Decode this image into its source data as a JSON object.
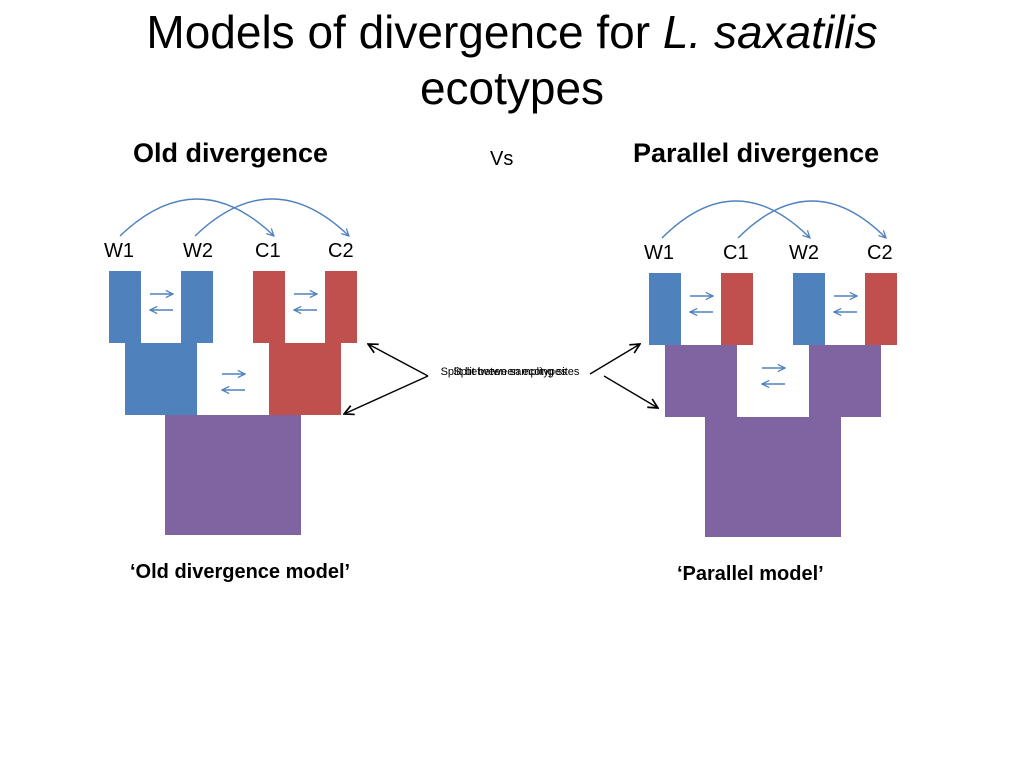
{
  "slide": {
    "title_prefix": "Models of divergence for ",
    "title_species": "L. saxatilis",
    "title_suffix": "ecotypes",
    "left_heading": "Old divergence",
    "vs_label": "Vs",
    "right_heading": "Parallel divergence",
    "left_caption": "‘Old divergence model’",
    "right_caption": "‘Parallel model’",
    "note_ecotypes": "Split between ecotypes",
    "note_sites": "Split between sampling sites"
  },
  "left_tree": {
    "tips": [
      "W1",
      "W2",
      "C1",
      "C2"
    ]
  },
  "right_tree": {
    "tips": [
      "W1",
      "C1",
      "W2",
      "C2"
    ]
  },
  "colors": {
    "wave_blue": "#4f81bd",
    "crab_red": "#c0504d",
    "ancestral_purple": "#8064a2",
    "migration_arrow": "#4f81bd",
    "annotation_arrow": "#000000"
  }
}
